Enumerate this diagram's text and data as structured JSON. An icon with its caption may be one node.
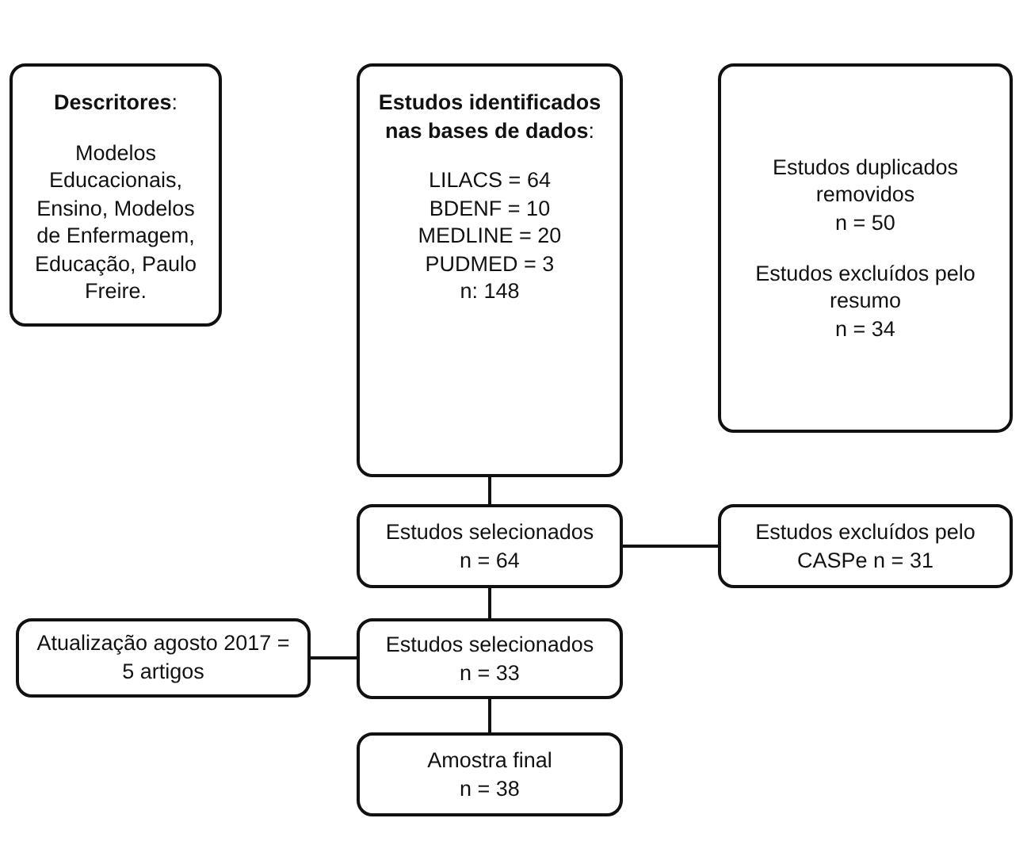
{
  "diagram": {
    "nodes": [
      {
        "text": [
          "**Descritores**:",
          "Modelos Educacionais, Ensino, Modelos de Enfermagem, Educação, Paulo Freire."
        ]
      },
      {
        "text": [
          "**Estudos identificados nas bases de dados**:",
          "LILACS = 64",
          "BDENF = 10",
          "MEDLINE = 20",
          "PUDMED = 3",
          "n: 148"
        ]
      },
      {
        "text": [
          "Estudos duplicados removidos",
          "n = 50",
          "Estudos excluídos pelo resumo",
          "n = 34"
        ]
      },
      {
        "text": [
          "Estudos selecionados",
          "n = 64"
        ]
      },
      {
        "text": [
          "Estudos excluídos pelo CASPe n = 31"
        ]
      },
      {
        "text": [
          "Atualização agosto 2017 = 5 artigos"
        ]
      },
      {
        "text": [
          "Estudos selecionados",
          "n = 33"
        ]
      },
      {
        "text": [
          "Amostra final",
          "n = 38"
        ]
      }
    ],
    "edges": [
      {
        "from": 1,
        "to": 3,
        "arrow": "none"
      },
      {
        "from": 3,
        "to": 4,
        "arrow": "none"
      },
      {
        "from": 3,
        "to": 6,
        "arrow": "none"
      },
      {
        "from": 5,
        "to": 6,
        "arrow": "none"
      },
      {
        "from": 6,
        "to": 7,
        "arrow": "none"
      }
    ]
  }
}
